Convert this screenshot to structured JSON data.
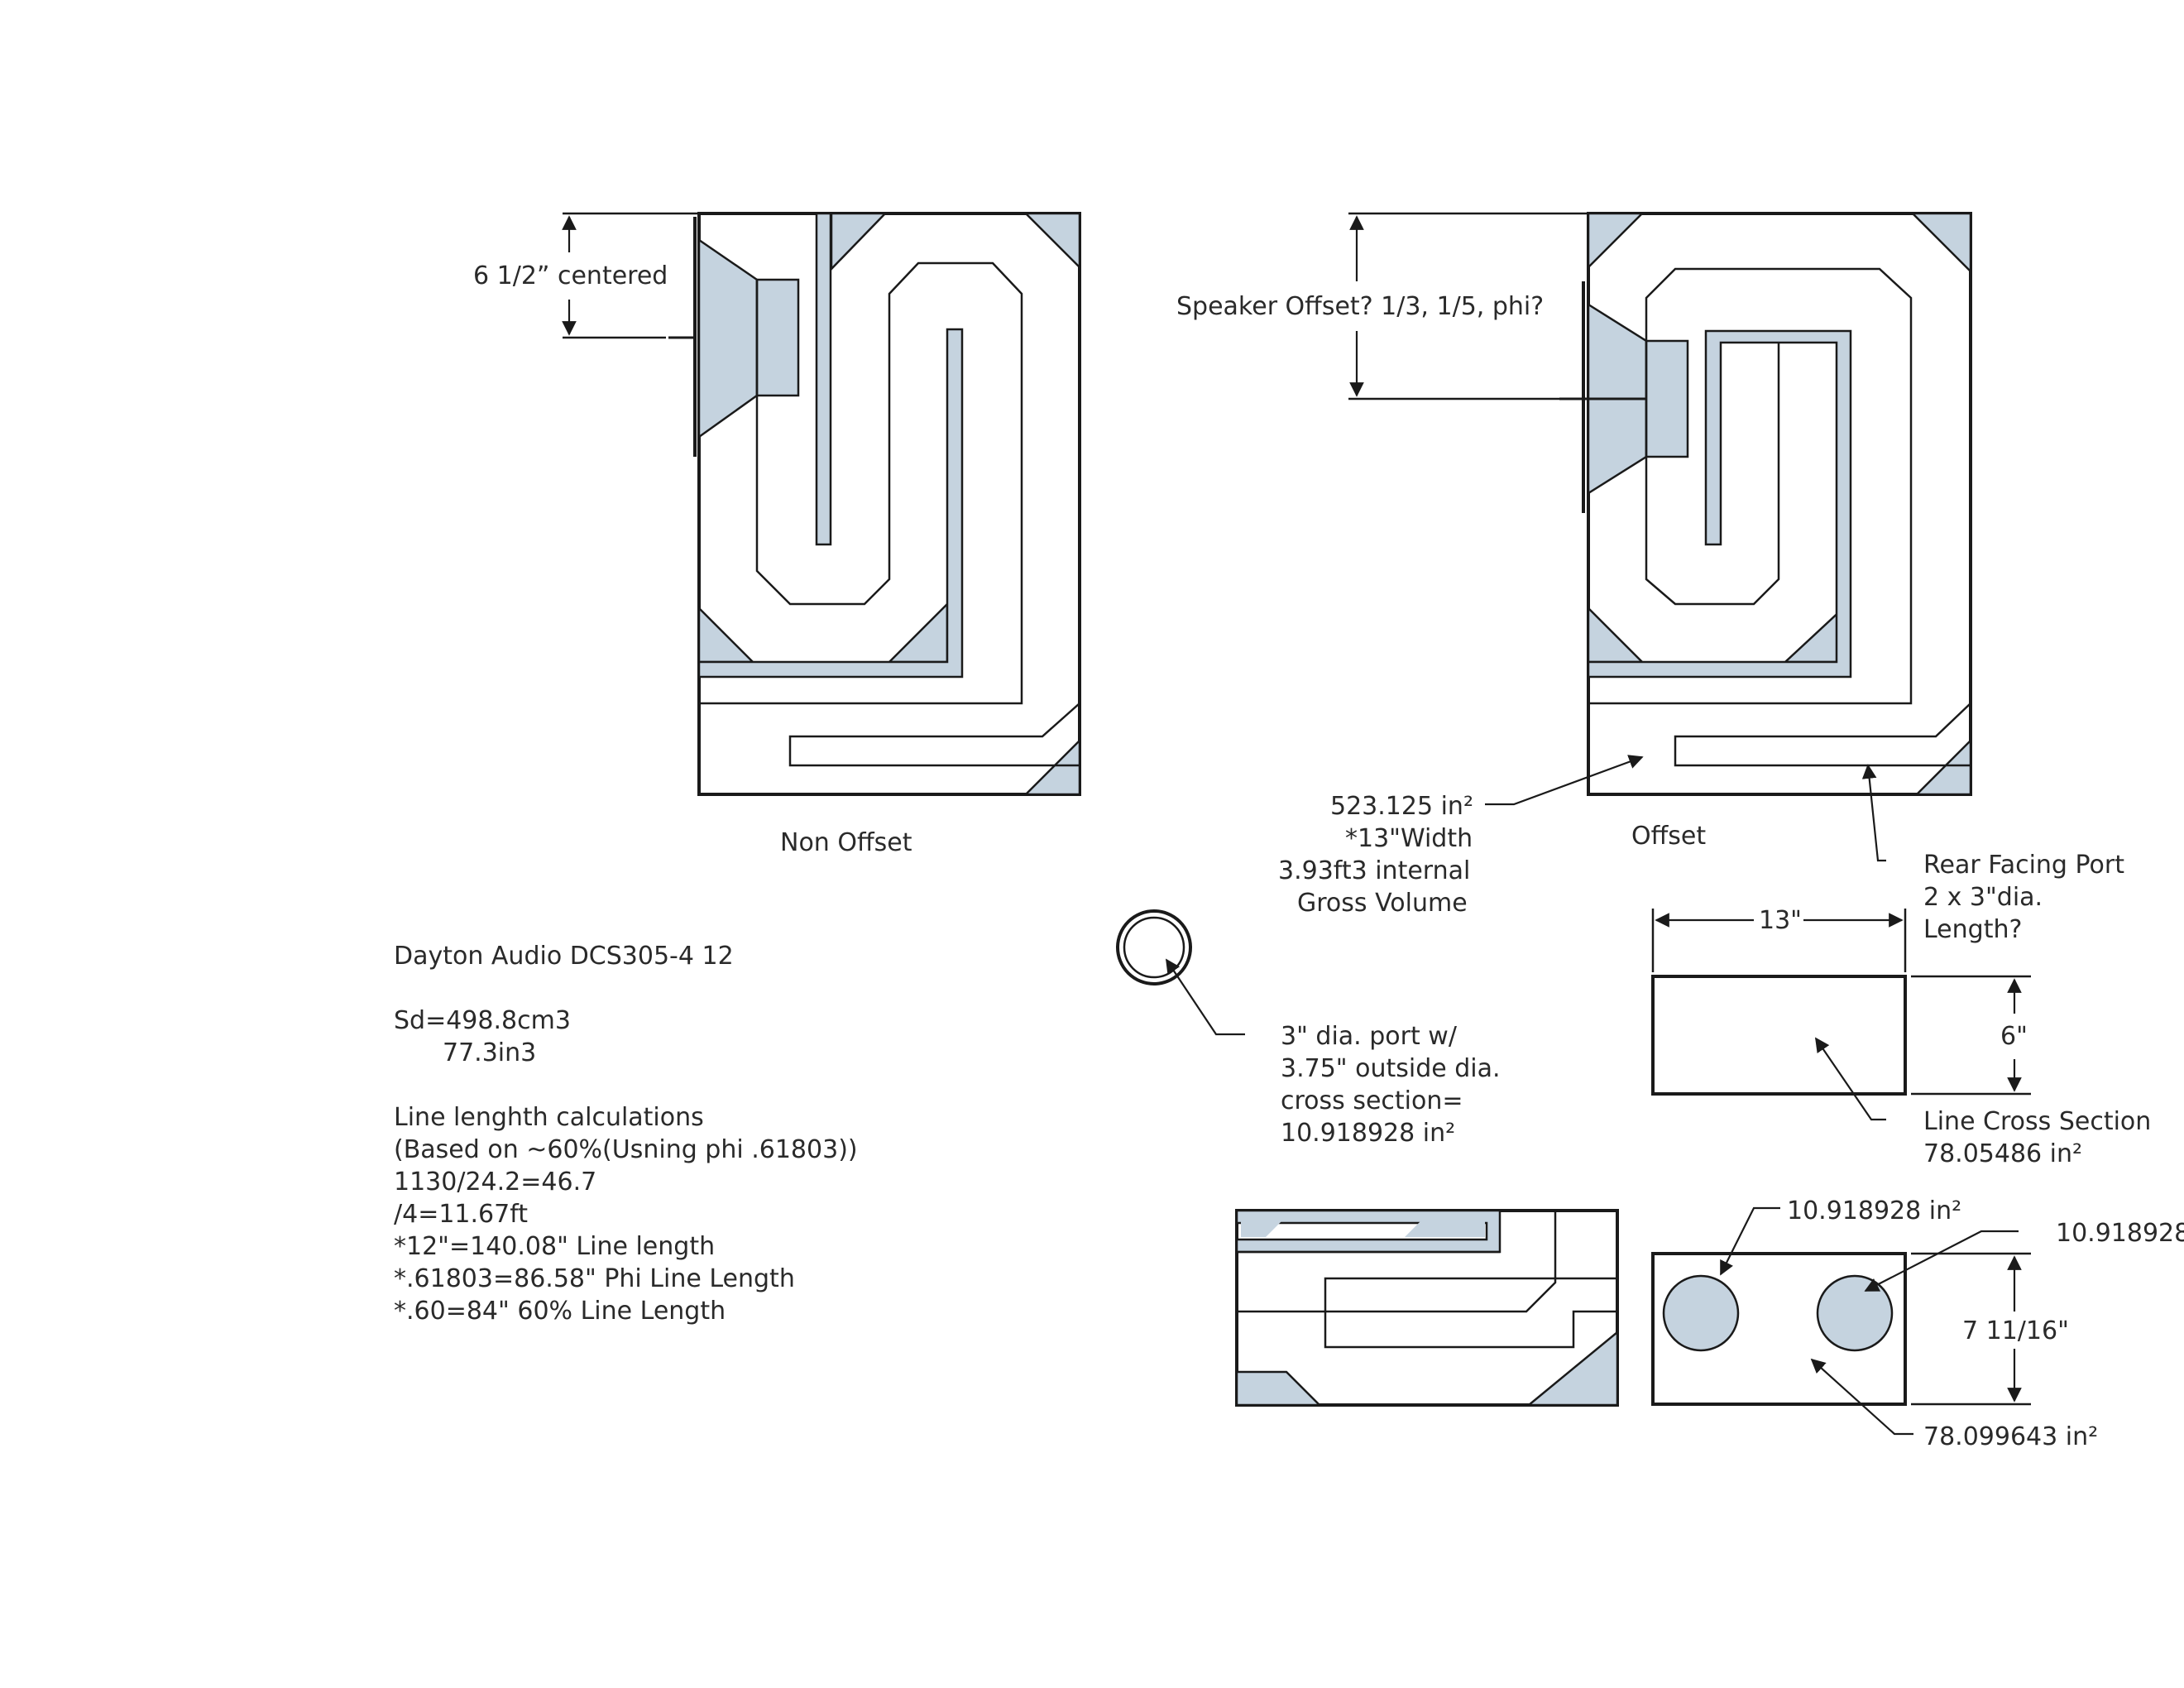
{
  "labels": {
    "centered": "6 1/2” centered",
    "speaker_offset": "Speaker Offset? 1/3, 1/5, phi?",
    "non_offset": "Non Offset",
    "offset": "Offset",
    "area_line1": "523.125 in²",
    "area_line2": "*13\"Width",
    "area_line3": "3.93ft3 internal",
    "area_line4": "Gross Volume",
    "rear_port_line1": "Rear Facing Port",
    "rear_port_line2": "2 x 3\"dia.",
    "rear_port_line3": "Length?",
    "width_13": "13\"",
    "height_6": "6\"",
    "line_cs_line1": "Line Cross Section",
    "line_cs_line2": "78.05486 in²",
    "port_note_line1": "3\" dia. port w/",
    "port_note_line2": "3.75\" outside dia.",
    "port_note_line3": "cross section=",
    "port_note_line4": "10.918928 in²",
    "port_area_left": "10.918928 in²",
    "port_area_right": "10.918928",
    "height_7": "7 11/16\"",
    "bottom_area": "78.099643 in²"
  },
  "notes": [
    "Dayton Audio DCS305-4 12",
    "",
    "Sd=498.8cm3",
    "     77.3in3",
    "",
    "Line lenghth calculations",
    "(Based on ~60%(Usning phi .61803))",
    "1130/24.2=46.7",
    "/4=11.67ft",
    "*12\"=140.08\" Line length",
    "*.61803=86.58\" Phi Line Length",
    "*.60=84\" 60% Line Length"
  ],
  "colors": {
    "fill_blue": "#c5d3df",
    "line": "#1a1a1a",
    "text": "#2a2a2a"
  }
}
